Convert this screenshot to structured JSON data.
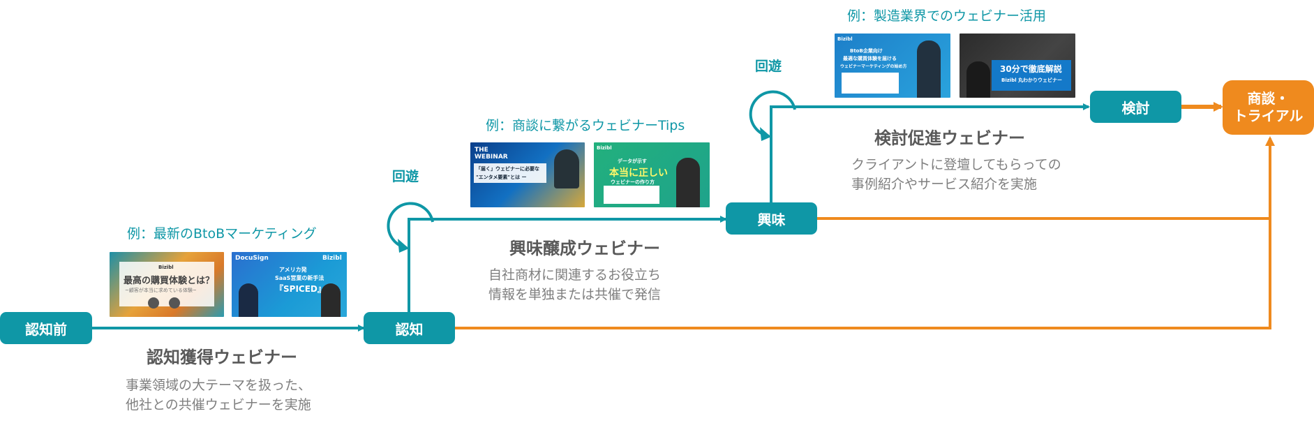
{
  "nodes": {
    "pre_awareness": "認知前",
    "awareness": "認知",
    "interest": "興味",
    "consideration": "検討",
    "deal_line1": "商談・",
    "deal_line2": "トライアル"
  },
  "loops": {
    "left": "回遊",
    "right": "回遊"
  },
  "stages": [
    {
      "example": "例：最新のBtoBマーケティング",
      "title": "認知獲得ウェビナー",
      "desc": [
        "事業領域の大テーマを扱った、",
        "他社との共催ウェビナーを実施"
      ]
    },
    {
      "example": "例：商談に繋がるウェビナーTips",
      "title": "興味醸成ウェビナー",
      "desc": [
        "自社商材に関連するお役立ち",
        "情報を単独または共催で発信"
      ]
    },
    {
      "example": "例：製造業界でのウェビナー活用",
      "title": "検討促進ウェビナー",
      "desc": [
        "クライアントに登壇してもらっての",
        "事例紹介やサービス紹介を実施"
      ]
    }
  ],
  "thumbnails": {
    "t1": {
      "line1": "最高の購買体験とは？",
      "line2": "~顧客が本当に求めている体験~",
      "logo": "Bizibl"
    },
    "t2": {
      "brand": "DocuSign",
      "logo": "Bizibl",
      "line1": "アメリカ発",
      "line2": "SaaS営業の新手法",
      "line3": "『SPICED』"
    },
    "t3": {
      "line1": "THE",
      "line2": "WEBINAR",
      "line3": "「届く」ウェビナーに必要な",
      "line4": "\"エンタメ要素\"とは ー"
    },
    "t4": {
      "logo": "Bizibl",
      "line1": "データが示す",
      "line2": "本当に正しい",
      "line3": "ウェビナーの作り方"
    },
    "t5": {
      "logo": "Bizibl",
      "line1": "BtoB企業向け",
      "line2": "最適な購買体験を届ける",
      "line3": "ウェビナーマーケティングの始め方"
    },
    "t6": {
      "line1": "30分で徹底解説",
      "line2": "Bizibl 丸わかりウェビナー"
    }
  },
  "colors": {
    "teal": "#0f97a6",
    "orange": "#ef8a1e",
    "gray_title": "#595959",
    "gray_desc": "#7f7f7f"
  }
}
